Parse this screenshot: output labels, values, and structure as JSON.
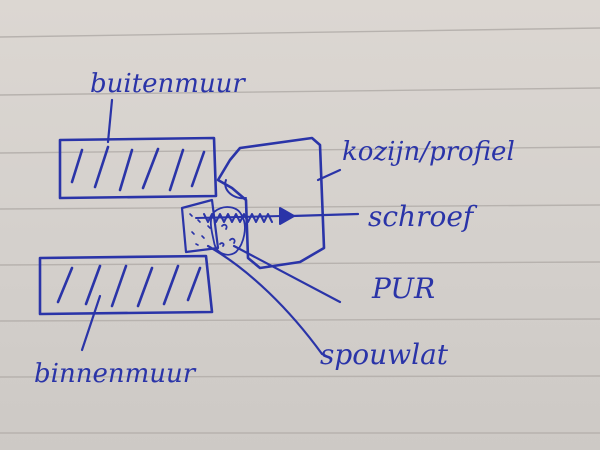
{
  "labels": {
    "buitenmuur": "buitenmuur",
    "kozijn_profiel": "kozijn/profiel",
    "schroef": "schroef",
    "pur": "PUR",
    "spouwlat": "spouwlat",
    "binnenmuur": "binnenmuur"
  },
  "colors": {
    "ink": "#2a34a8",
    "paper": "#d8d3ce",
    "rule_line": "#b9b4b0"
  }
}
